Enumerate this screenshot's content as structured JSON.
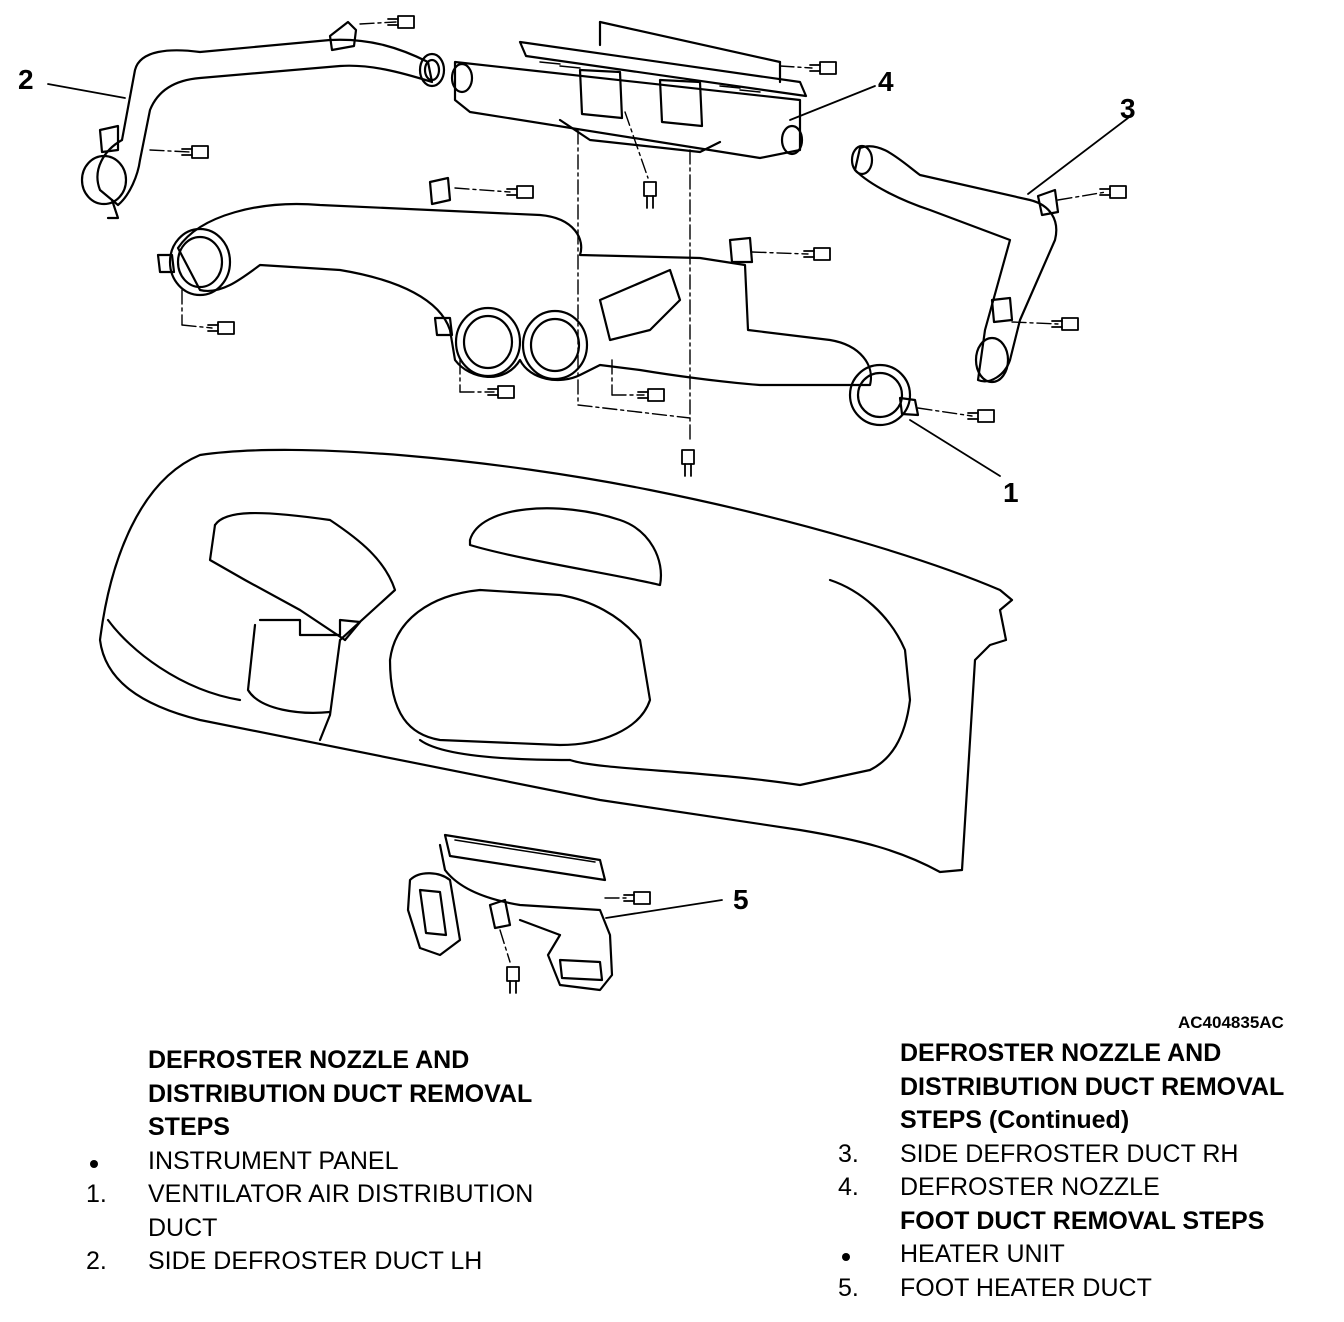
{
  "callouts": {
    "c1": "1",
    "c2": "2",
    "c3": "3",
    "c4": "4",
    "c5": "5"
  },
  "figure_code": "AC404835AC",
  "left_column": {
    "heading": [
      "DEFROSTER NOZZLE AND",
      "DISTRIBUTION DUCT REMOVAL",
      "STEPS"
    ],
    "steps": [
      {
        "marker": "",
        "bullet": true,
        "text": "INSTRUMENT PANEL"
      },
      {
        "marker": "1.",
        "bullet": false,
        "text": "VENTILATOR AIR DISTRIBUTION DUCT"
      },
      {
        "marker": "2.",
        "bullet": false,
        "text": "SIDE DEFROSTER DUCT LH"
      }
    ]
  },
  "right_column": {
    "heading": [
      "DEFROSTER NOZZLE AND",
      "DISTRIBUTION DUCT REMOVAL",
      "STEPS (Continued)"
    ],
    "steps": [
      {
        "marker": "3.",
        "bullet": false,
        "text": "SIDE DEFROSTER DUCT RH"
      },
      {
        "marker": "4.",
        "bullet": false,
        "text": "DEFROSTER NOZZLE"
      }
    ],
    "subheading": "FOOT DUCT REMOVAL STEPS",
    "steps2": [
      {
        "marker": "",
        "bullet": true,
        "text": "HEATER UNIT"
      },
      {
        "marker": "5.",
        "bullet": false,
        "text": "FOOT HEATER DUCT"
      }
    ]
  }
}
